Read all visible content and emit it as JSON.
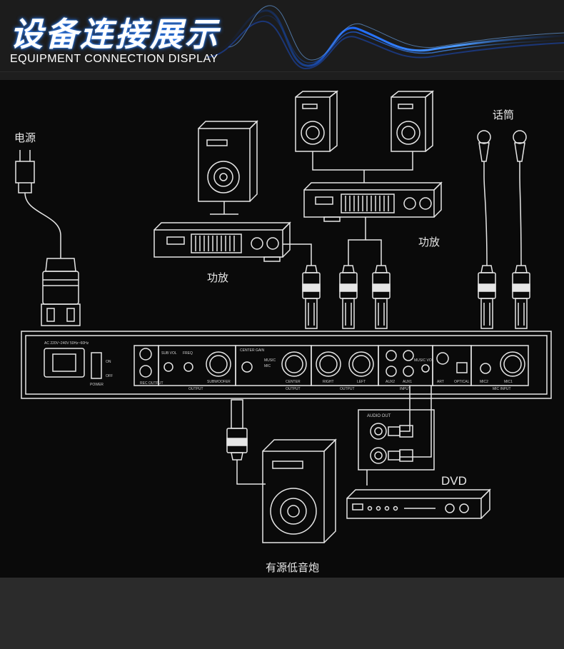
{
  "header": {
    "title_cn": "设备连接展示",
    "title_en": "EQUIPMENT CONNECTION DISPLAY",
    "accent_color": "#2a7dff"
  },
  "labels": {
    "power": "电源",
    "amp_left": "功放",
    "amp_right": "功放",
    "microphone": "话筒",
    "dvd": "DVD",
    "subwoofer": "有源低音炮"
  },
  "device": {
    "ac_label": "AC 220V~240V 50Hz~60Hz",
    "power_on": "ON",
    "power_off": "OFF",
    "power": "POWER",
    "rec_output": "REC\nOUTPUT",
    "sub_vol": "SUB VOL",
    "freq": "FREQ",
    "subwoofer": "SUBWOOFER",
    "output": "OUTPUT",
    "center_gain": "CENTER\nGAIN",
    "music": "MUSIC",
    "mic": "MIC",
    "center": "CENTER",
    "center_output": "OUTPUT",
    "right": "RIGHT",
    "left": "LEFT",
    "aux2": "AUX2",
    "aux1": "AUX1",
    "input": "INPUT",
    "music_vol": "MUSIC VOL",
    "art": "ART",
    "optical": "OPTICAL",
    "mic2": "MIC2",
    "mic1": "MIC1",
    "mic_input": "MIC INPUT"
  },
  "dvd_player": {
    "audio_out": "AUDIO OUT"
  }
}
